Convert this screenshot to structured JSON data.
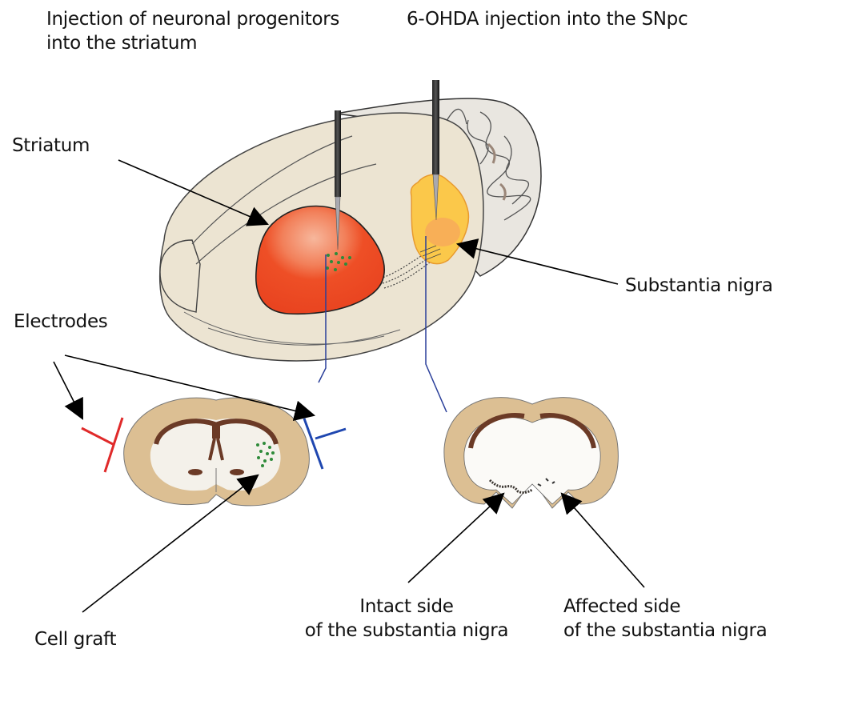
{
  "figure": {
    "title_left": [
      "Injection of neuronal progenitors",
      "into the striatum"
    ],
    "title_right": "6-OHDA injection into the SNpc",
    "labels": {
      "striatum": "Striatum",
      "substantia_nigra": "Substantia nigra",
      "electrodes": "Electrodes",
      "cell_graft": "Cell graft",
      "intact_side": [
        "Intact side",
        "of the substantia nigra"
      ],
      "affected_side": [
        "Affected side",
        "of the substantia nigra"
      ]
    },
    "colors": {
      "brain_fill": "#ece4d2",
      "striatum_fill": "#ee4a22",
      "striatum_highlight": "#f49a78",
      "substantia_nigra_fill": "#fbc84a",
      "section_cortex": "#dcbf93",
      "white_matter": "#6b3a26",
      "graft_dots": "#2e8b3a",
      "electrode_left": "#e02a2a",
      "electrode_right": "#1f47b0",
      "connector_line": "#2a3f9a"
    }
  }
}
